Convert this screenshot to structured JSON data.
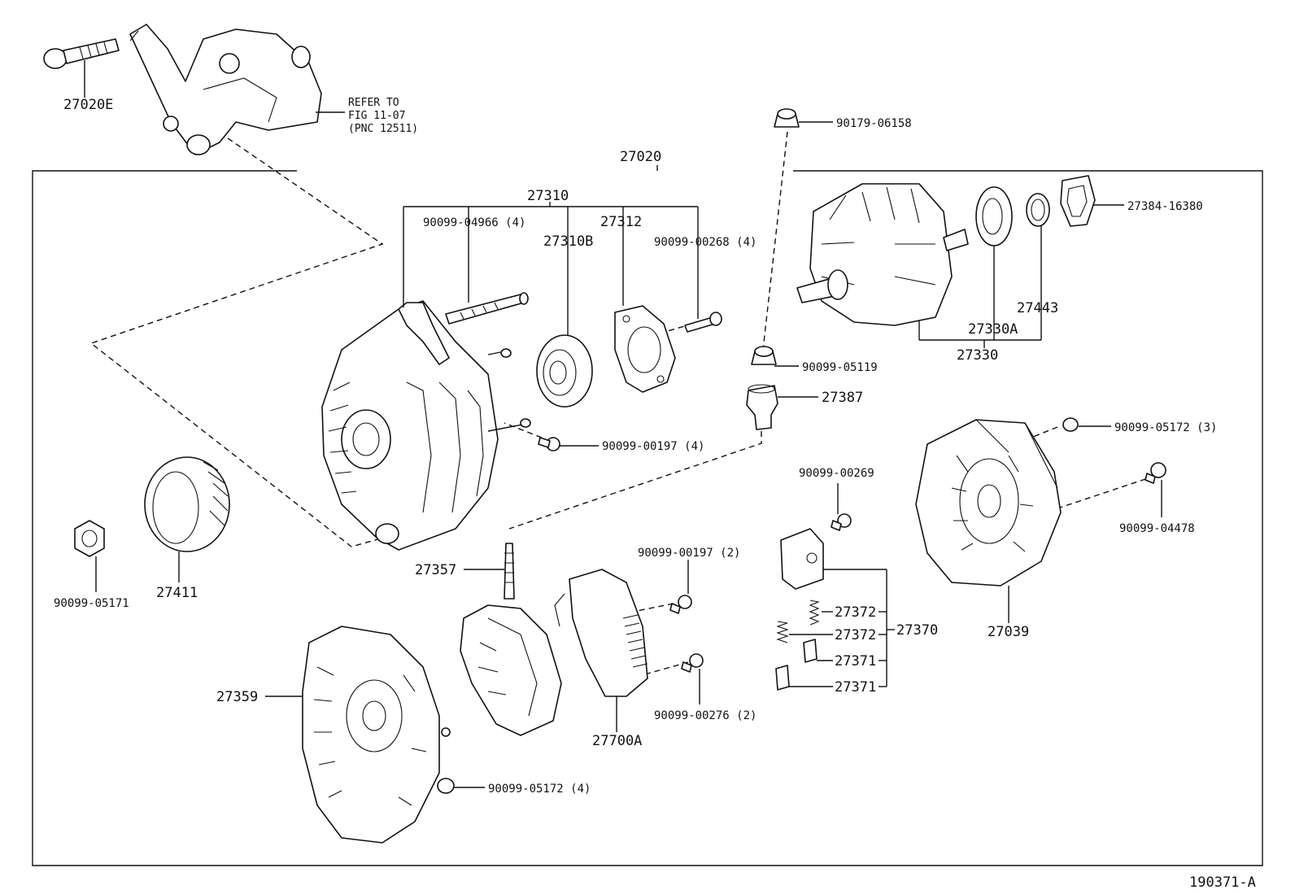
{
  "diagram": {
    "figure_code": "190371-A",
    "refer_note": [
      "REFER TO",
      "FIG 11-07",
      "(PNC 12511)"
    ],
    "callouts": {
      "assembly": "27020",
      "bolt_bracket": "27020E",
      "frame_drive": "27310",
      "bolt_04966": "90099-04966 (4)",
      "bearing_drive": "27310B",
      "plate_retainer": "27312",
      "screw_00268": "90099-00268 (4)",
      "nut_06158": "90179-06158",
      "rotor_seal": "27384-16380",
      "cover_27443": "27443",
      "bearing_rotor": "27330A",
      "rotor": "27330",
      "nut_05119": "90099-05119",
      "terminal_insulator": "27387",
      "screw_00197_4": "90099-00197 (4)",
      "nut_05172_3": "90099-05172 (3)",
      "rear_cover": "27039",
      "bolt_04478": "90099-04478",
      "screw_00269": "90099-00269",
      "brush_holder": "27370",
      "spring_a": "27372",
      "spring_b": "27372",
      "brush_a": "27371",
      "brush_b": "27371",
      "stud": "27357",
      "screw_00197_2": "90099-00197 (2)",
      "regulator": "27700A",
      "screw_00276": "90099-00276 (2)",
      "pulley": "27411",
      "nut_05171": "90099-05171",
      "frame_rear": "27359",
      "nut_05172_4": "90099-05172 (4)"
    }
  }
}
